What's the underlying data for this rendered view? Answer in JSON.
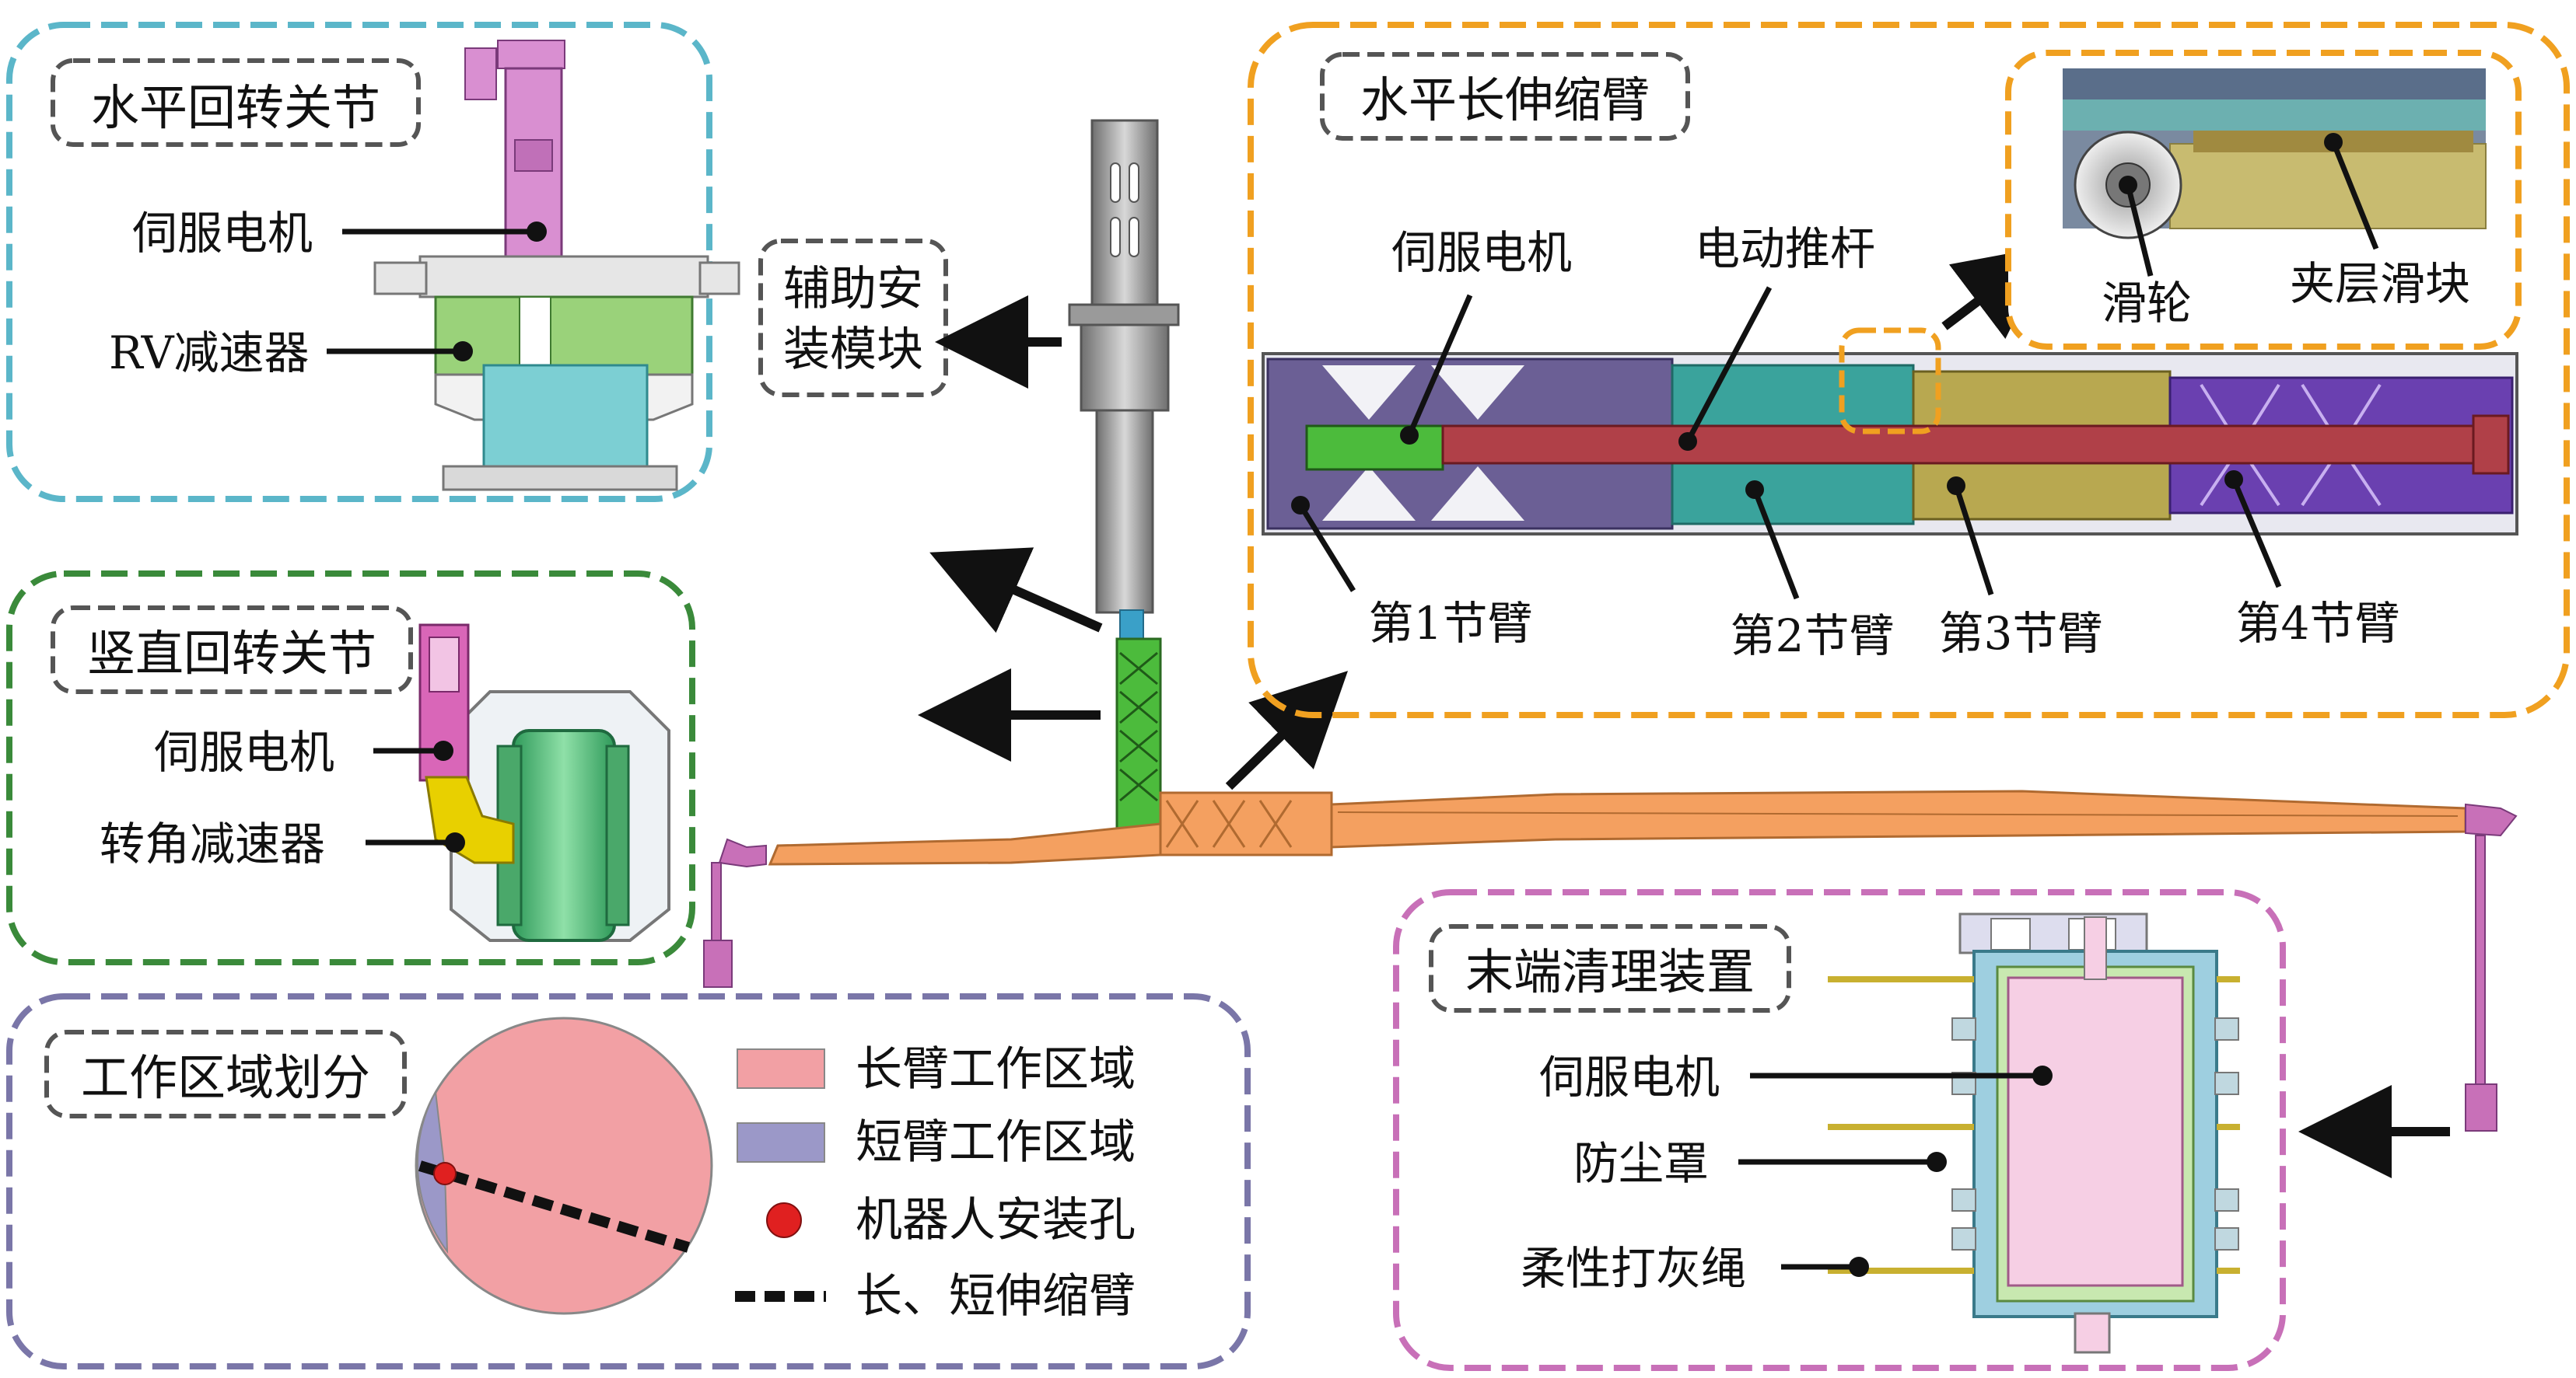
{
  "panels": {
    "horizontal_rotary_joint": {
      "title": "水平回转关节",
      "labels": {
        "servo_motor": "伺服电机",
        "rv_reducer": "RV减速器"
      },
      "colors": {
        "frame": "#5bb6c9",
        "motor": "#d98fd1",
        "reducer": "#9ad27a",
        "housing": "#7ccfd3"
      }
    },
    "vertical_rotary_joint": {
      "title": "竖直回转关节",
      "labels": {
        "servo_motor": "伺服电机",
        "angle_reducer": "转角减速器"
      },
      "colors": {
        "frame": "#3a8a3a",
        "motor": "#d966b8",
        "reducer": "#e8d000",
        "disc": "#3fae6a"
      }
    },
    "auxiliary_module": {
      "title_line1": "辅助安",
      "title_line2": "装模块"
    },
    "long_telescopic_arm": {
      "title": "水平长伸缩臂",
      "labels": {
        "servo_motor": "伺服电机",
        "electric_pushrod": "电动推杆",
        "pulley": "滑轮",
        "interlayer_slider": "夹层滑块",
        "arm1": "第1节臂",
        "arm2": "第2节臂",
        "arm3": "第3节臂",
        "arm4": "第4节臂"
      },
      "colors": {
        "frame": "#f0a020",
        "arm1": "#6b5f95",
        "arm2": "#3aa39c",
        "arm3": "#b8a850",
        "arm4": "#6a40b0",
        "pushrod": "#b04048"
      }
    },
    "work_zone": {
      "title": "工作区域划分",
      "legend": [
        {
          "label": "长臂工作区域",
          "color": "#f2a0a4"
        },
        {
          "label": "短臂工作区域",
          "color": "#9b98c8"
        },
        {
          "label": "机器人安装孔",
          "color": "#e02020"
        },
        {
          "label": "长、短伸缩臂",
          "color": "#111111"
        }
      ],
      "colors": {
        "frame": "#7a76a8"
      }
    },
    "end_cleaning_device": {
      "title": "末端清理装置",
      "labels": {
        "servo_motor": "伺服电机",
        "dust_cover": "防尘罩",
        "flexible_rope": "柔性打灰绳"
      },
      "colors": {
        "frame": "#c870b8",
        "inner": "#f6cfe4",
        "shell": "#9ecfe0",
        "lining": "#c8e8b0"
      }
    }
  },
  "robot": {
    "colors": {
      "mast": "#9a9a9a",
      "vertical_arm": "#4cbb3c",
      "boom": "#f4a060",
      "tool": "#c870b8"
    }
  }
}
